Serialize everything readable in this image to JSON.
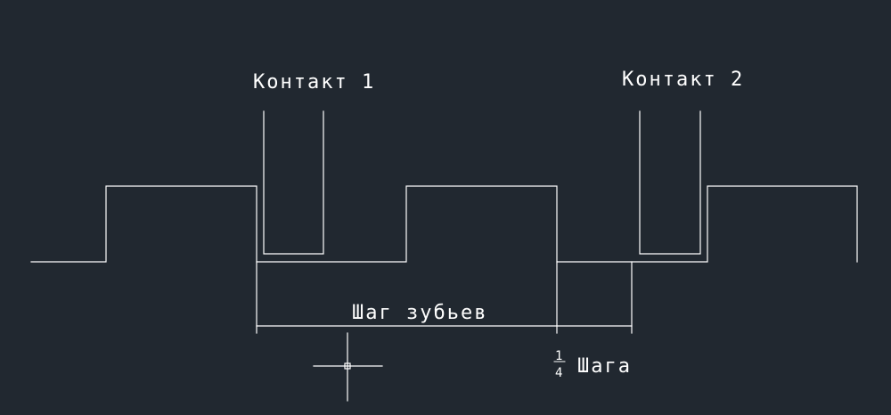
{
  "colors": {
    "background": "#212830",
    "lines": "#ffffff"
  },
  "labels": {
    "contact_1": "Контакт 1",
    "contact_2": "Контакт 2",
    "tooth_pitch": "Шаг зубьев",
    "fraction_numerator": "1",
    "fraction_denominator": "4",
    "quarter_pitch_word": "Шага"
  },
  "icons": {
    "cursor": "crosshair-cursor-icon"
  }
}
